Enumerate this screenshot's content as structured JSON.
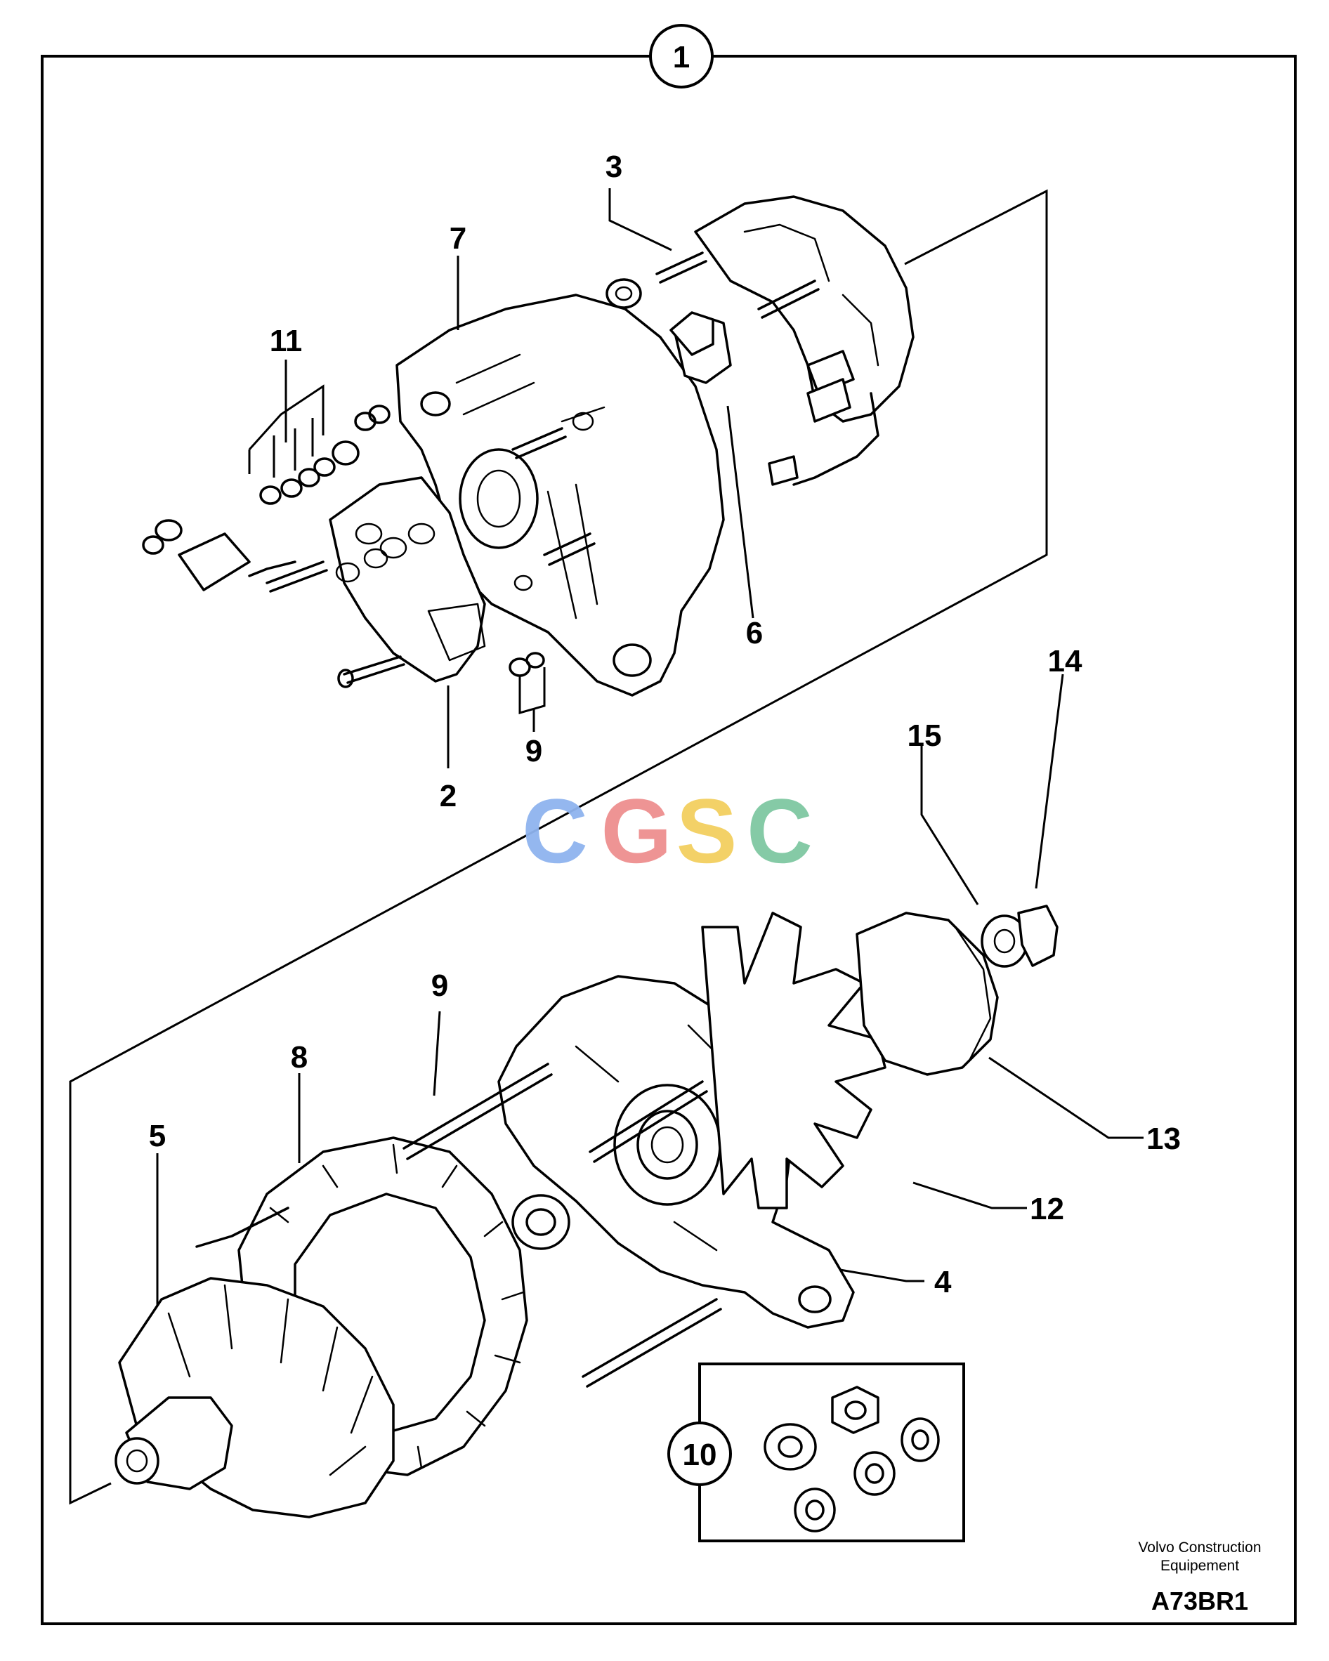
{
  "diagram": {
    "group_label": "1",
    "callouts": [
      "2",
      "3",
      "4",
      "5",
      "6",
      "7",
      "8",
      "9",
      "9",
      "10",
      "11",
      "12",
      "13",
      "14",
      "15"
    ],
    "watermark": {
      "letters": [
        "C",
        "G",
        "S",
        "C"
      ],
      "colors": [
        "#8fb4ef",
        "#ee8f8f",
        "#f3cf5f",
        "#7fc8a2"
      ]
    },
    "credit_line1": "Volvo Construction",
    "credit_line2": "Equipement",
    "figure_code": "A73BR1"
  }
}
